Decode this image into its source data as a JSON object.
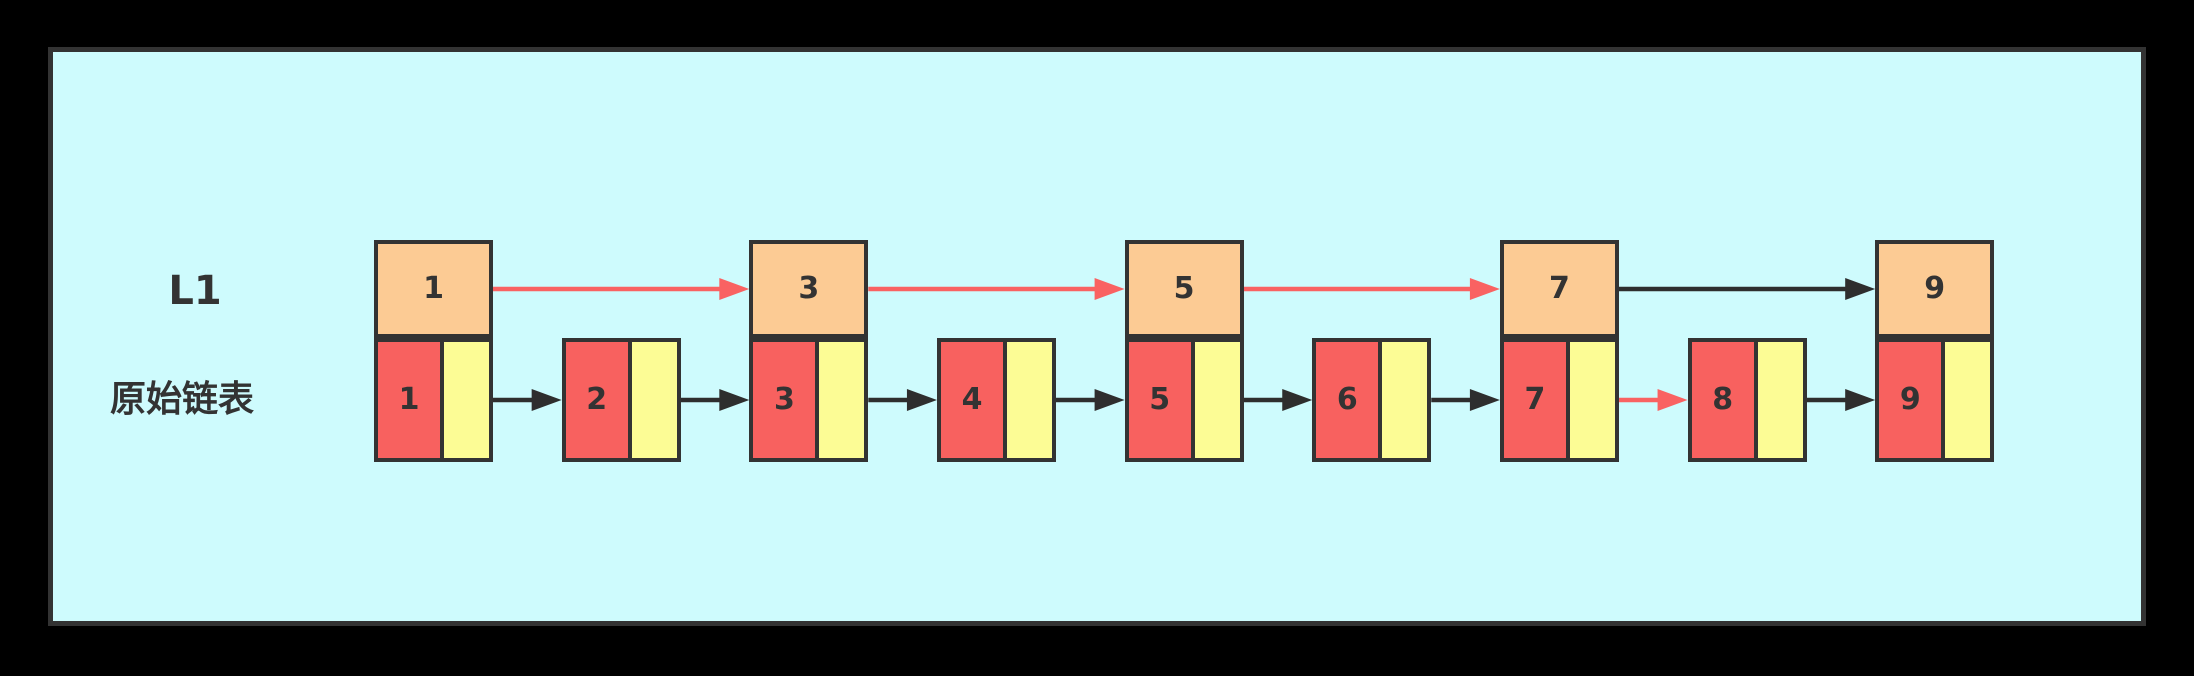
{
  "labels": {
    "l1": "L1",
    "origin": "原始链表"
  },
  "colors": {
    "page_bg": "#000000",
    "panel_bg": "#CEFBFD",
    "panel_border": "#333333",
    "node_border": "#333333",
    "node_text": "#333333",
    "l1_node_fill": "#FCCB94",
    "value_cell_fill": "#F8615F",
    "pointer_cell_fill": "#FCFC95",
    "arrow_black": "#2E2E2E",
    "arrow_red": "#F96262",
    "label_text": "#333333"
  },
  "l1_list": {
    "nodes": [
      {
        "value": "1"
      },
      {
        "value": "3"
      },
      {
        "value": "5"
      },
      {
        "value": "7"
      },
      {
        "value": "9"
      }
    ],
    "arrows": [
      {
        "from": "1",
        "to": "3",
        "color": "red"
      },
      {
        "from": "3",
        "to": "5",
        "color": "red"
      },
      {
        "from": "5",
        "to": "7",
        "color": "red"
      },
      {
        "from": "7",
        "to": "9",
        "color": "black"
      }
    ]
  },
  "original_list": {
    "nodes": [
      {
        "value": "1"
      },
      {
        "value": "2"
      },
      {
        "value": "3"
      },
      {
        "value": "4"
      },
      {
        "value": "5"
      },
      {
        "value": "6"
      },
      {
        "value": "7"
      },
      {
        "value": "8"
      },
      {
        "value": "9"
      }
    ],
    "arrows": [
      {
        "from": "1",
        "to": "2",
        "color": "black"
      },
      {
        "from": "2",
        "to": "3",
        "color": "black"
      },
      {
        "from": "3",
        "to": "4",
        "color": "black"
      },
      {
        "from": "4",
        "to": "5",
        "color": "black"
      },
      {
        "from": "5",
        "to": "6",
        "color": "black"
      },
      {
        "from": "6",
        "to": "7",
        "color": "black"
      },
      {
        "from": "7",
        "to": "8",
        "color": "red"
      },
      {
        "from": "8",
        "to": "9",
        "color": "black"
      }
    ]
  }
}
